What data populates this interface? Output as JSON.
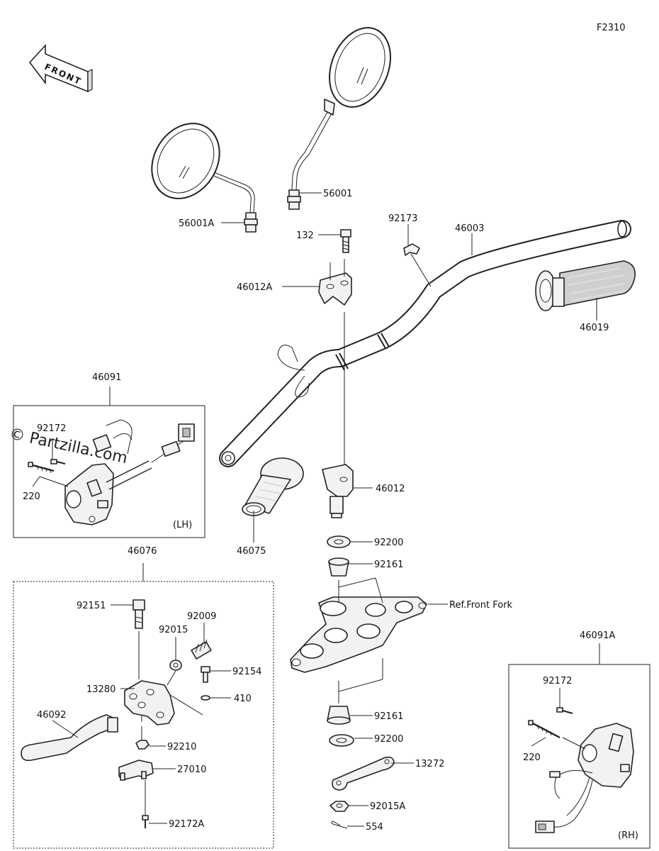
{
  "figure_code": "F2310",
  "direction_label": "FRONT",
  "watermark": "© Partzilla.com",
  "groups": {
    "lh_switch": "46091",
    "rh_switch": "46091A",
    "lever_assembly": "46076"
  },
  "side_labels": {
    "lh": "(LH)",
    "rh": "(RH)"
  },
  "reference_label": "Ref.Front Fork",
  "parts": {
    "mirror_left": "56001A",
    "mirror_right": "56001",
    "bolt_132": "132",
    "holder_upper": "46012A",
    "clamp_92173": "92173",
    "handlebar": "46003",
    "grip_rh": "46019",
    "grip_lh": "46075",
    "holder_lower": "46012",
    "washer_upper": "92200",
    "damper_upper": "92161",
    "damper_lower": "92161",
    "washer_lower": "92200",
    "plate": "13272",
    "nut": "92015A",
    "pin": "554",
    "lh_screw": "92172",
    "lh_bolt": "220",
    "lever_bolt": "92151",
    "lever_adjuster": "92009",
    "lever_bush": "92015",
    "lever_screw": "92154",
    "lever_holder": "13280",
    "lever_washer": "410",
    "lever": "46092",
    "lever_nut": "92210",
    "clutch_switch": "27010",
    "switch_screw": "92172A",
    "rh_screw": "92172",
    "rh_bolt": "220"
  }
}
